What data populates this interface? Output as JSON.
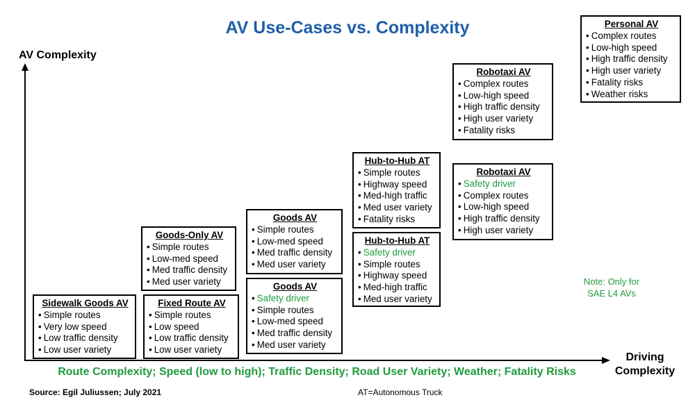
{
  "title": "AV Use-Cases vs. Complexity",
  "y_axis_label": "AV Complexity",
  "x_axis_label_line1": "Driving",
  "x_axis_label_line2": "Complexity",
  "factors": "Route Complexity; Speed (low to high); Traffic Density; Road User Variety; Weather; Fatality Risks",
  "source": "Source: Egil Juliussen; July 2021",
  "at_note": "AT=Autonomous Truck",
  "note_line1": "Note: Only for",
  "note_line2": "SAE L4 AVs",
  "colors": {
    "title": "#1f5fa8",
    "green": "#1f9b3c"
  },
  "bullet": "•",
  "boxes": [
    {
      "id": "sidewalk-goods-av",
      "title": "Sidewalk Goods AV",
      "items": [
        {
          "text": "Simple routes"
        },
        {
          "text": "Very low speed"
        },
        {
          "text": "Low traffic density"
        },
        {
          "text": "Low user variety"
        }
      ]
    },
    {
      "id": "goods-only-av",
      "title": "Goods-Only AV",
      "items": [
        {
          "text": "Simple routes"
        },
        {
          "text": "Low-med speed"
        },
        {
          "text": "Med traffic density"
        },
        {
          "text": "Med user variety"
        }
      ]
    },
    {
      "id": "fixed-route-av",
      "title": "Fixed Route AV",
      "items": [
        {
          "text": "Simple routes"
        },
        {
          "text": "Low speed"
        },
        {
          "text": "Low traffic density"
        },
        {
          "text": "Low user variety"
        }
      ]
    },
    {
      "id": "goods-av-top",
      "title": "Goods AV",
      "items": [
        {
          "text": "Simple routes"
        },
        {
          "text": "Low-med speed"
        },
        {
          "text": "Med traffic density"
        },
        {
          "text": "Med user variety"
        }
      ]
    },
    {
      "id": "goods-av-bottom",
      "title": "Goods AV",
      "items": [
        {
          "text": "Safety driver",
          "green": true
        },
        {
          "text": "Simple routes"
        },
        {
          "text": "Low-med speed"
        },
        {
          "text": "Med traffic density"
        },
        {
          "text": "Med user variety"
        }
      ]
    },
    {
      "id": "hub-to-hub-at-top",
      "title": "Hub-to-Hub AT",
      "items": [
        {
          "text": "Simple routes"
        },
        {
          "text": "Highway speed"
        },
        {
          "text": "Med-high traffic"
        },
        {
          "text": "Med user variety"
        },
        {
          "text": "Fatality risks"
        }
      ]
    },
    {
      "id": "hub-to-hub-at-bottom",
      "title": "Hub-to-Hub AT",
      "items": [
        {
          "text": "Safety driver",
          "green": true
        },
        {
          "text": "Simple routes"
        },
        {
          "text": "Highway speed"
        },
        {
          "text": "Med-high traffic"
        },
        {
          "text": "Med user variety"
        }
      ]
    },
    {
      "id": "robotaxi-av-top",
      "title": "Robotaxi AV",
      "items": [
        {
          "text": "Complex routes"
        },
        {
          "text": "Low-high speed"
        },
        {
          "text": "High traffic density"
        },
        {
          "text": "High user variety"
        },
        {
          "text": "Fatality risks"
        }
      ]
    },
    {
      "id": "robotaxi-av-bottom",
      "title": "Robotaxi AV",
      "items": [
        {
          "text": "Safety driver",
          "green": true
        },
        {
          "text": "Complex routes"
        },
        {
          "text": "Low-high speed"
        },
        {
          "text": "High traffic density"
        },
        {
          "text": "High user variety"
        }
      ]
    },
    {
      "id": "personal-av",
      "title": "Personal AV",
      "items": [
        {
          "text": "Complex routes"
        },
        {
          "text": "Low-high speed"
        },
        {
          "text": "High traffic density"
        },
        {
          "text": "High user variety"
        },
        {
          "text": "Fatality risks"
        },
        {
          "text": "Weather risks"
        }
      ]
    }
  ]
}
